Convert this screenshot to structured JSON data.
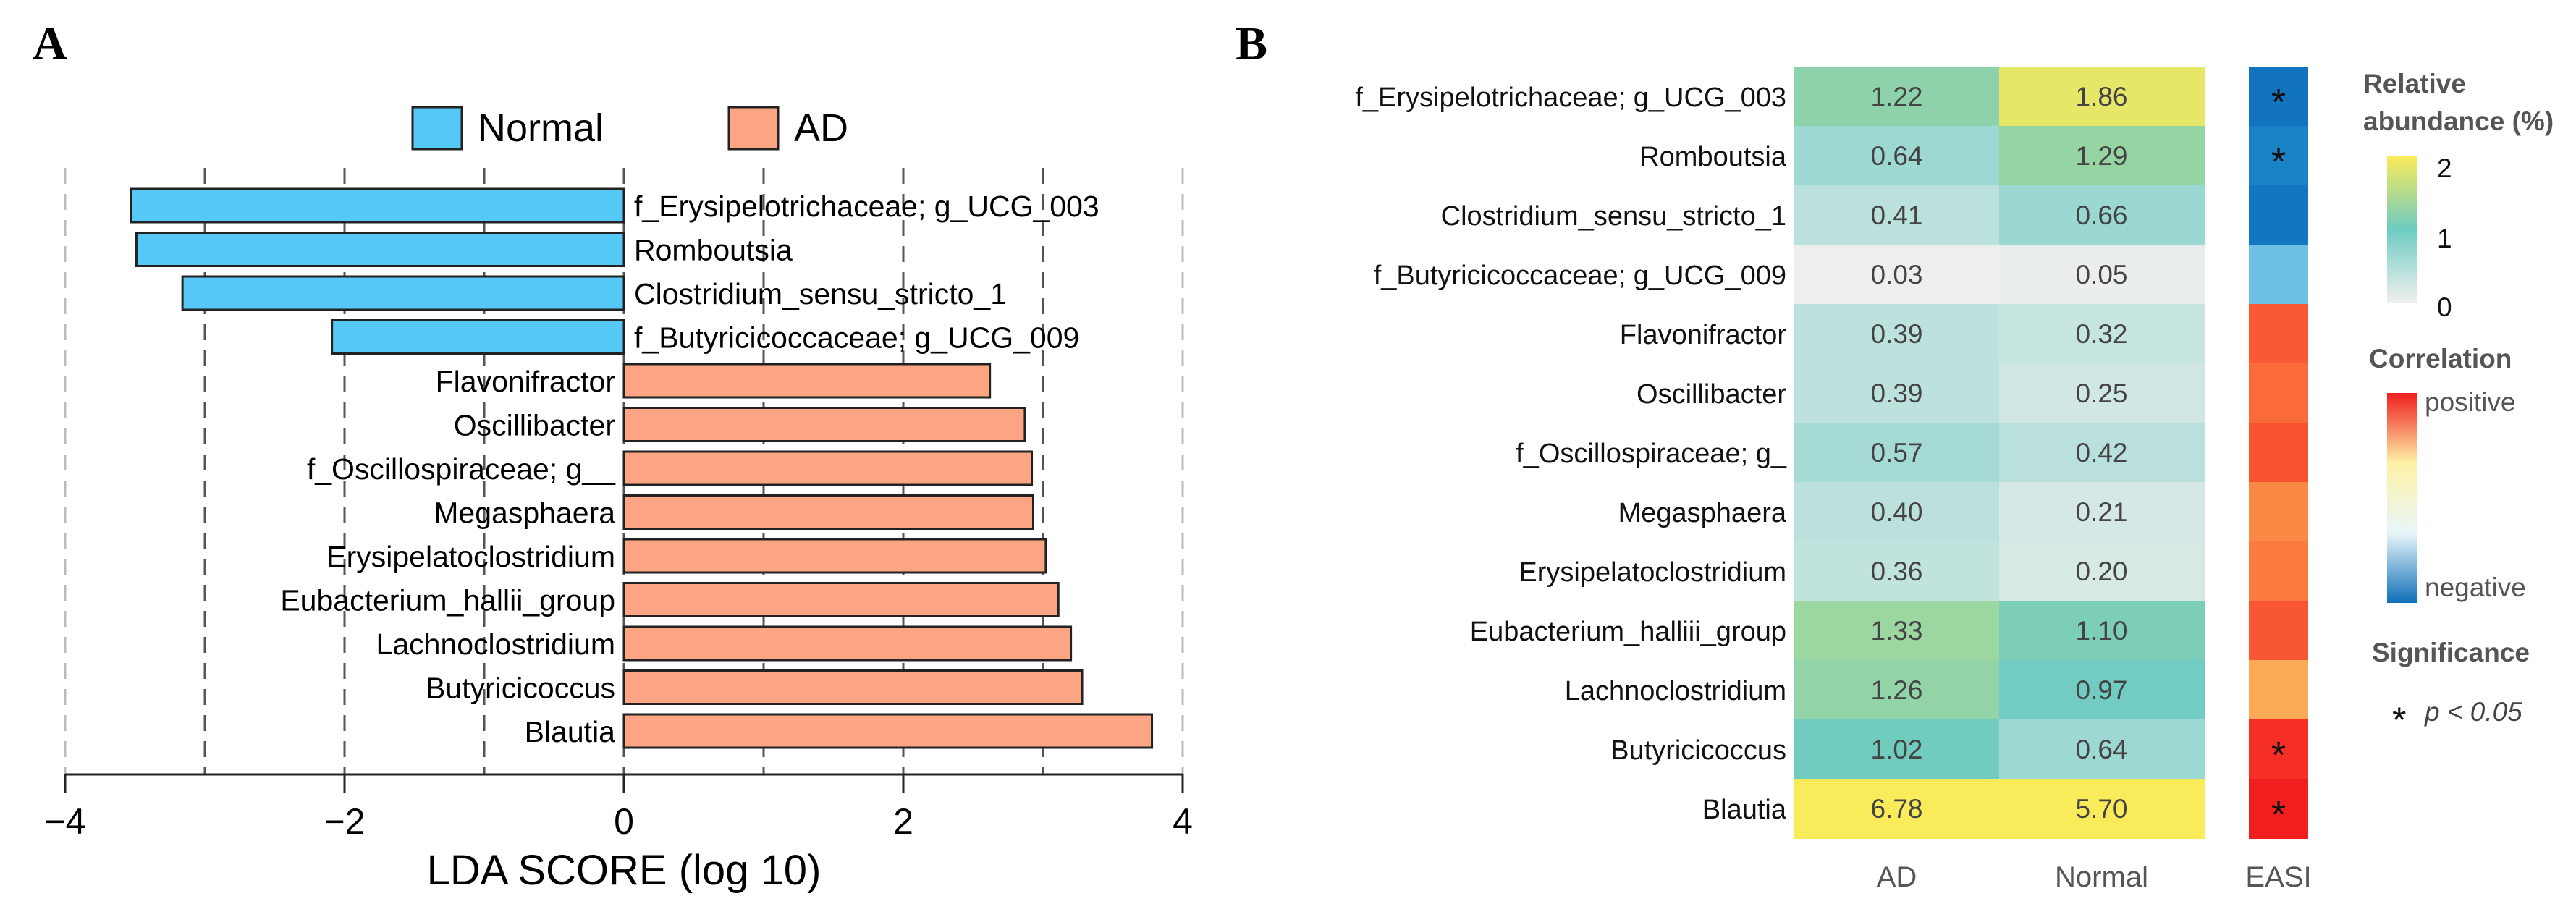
{
  "panel_a_label": "A",
  "panel_b_label": "B",
  "chart_data": [
    {
      "type": "bar",
      "orientation": "horizontal",
      "xlabel": "LDA SCORE (log 10)",
      "xlim": [
        -4,
        4
      ],
      "xticks": [
        -4,
        -2,
        0,
        2,
        4
      ],
      "xtick_labels": [
        "−4",
        "−2",
        "0",
        "2",
        "4"
      ],
      "gridlines_x": [
        -3,
        -2,
        -1,
        0,
        1,
        2,
        3
      ],
      "grid": "dashed vertical",
      "legend_position": "top",
      "series": [
        {
          "name": "Normal",
          "color": "#56C8F5"
        },
        {
          "name": "AD",
          "color": "#FDA582"
        }
      ],
      "bars": [
        {
          "label": "f_Erysipelotrichaceae; g_UCG_003",
          "value": -3.53,
          "group": "Normal"
        },
        {
          "label": "Romboutsia",
          "value": -3.49,
          "group": "Normal"
        },
        {
          "label": "Clostridium_sensu_stricto_1",
          "value": -3.16,
          "group": "Normal"
        },
        {
          "label": "f_Butyricicoccaceae; g_UCG_009",
          "value": -2.09,
          "group": "Normal"
        },
        {
          "label": "Flavonifractor",
          "value": 2.62,
          "group": "AD"
        },
        {
          "label": "Oscillibacter",
          "value": 2.87,
          "group": "AD"
        },
        {
          "label": "f_Oscillospiraceae; g__",
          "value": 2.92,
          "group": "AD"
        },
        {
          "label": "Megasphaera",
          "value": 2.93,
          "group": "AD"
        },
        {
          "label": "Erysipelatoclostridium",
          "value": 3.02,
          "group": "AD"
        },
        {
          "label": "Eubacterium_hallii_group",
          "value": 3.11,
          "group": "AD"
        },
        {
          "label": "Lachnoclostridium",
          "value": 3.2,
          "group": "AD"
        },
        {
          "label": "Butyricicoccus",
          "value": 3.28,
          "group": "AD"
        },
        {
          "label": "Blautia",
          "value": 3.78,
          "group": "AD"
        }
      ]
    },
    {
      "type": "heatmap",
      "columns": [
        "AD",
        "Normal"
      ],
      "extra_column": "EASI",
      "rows": [
        {
          "label": "f_Erysipelotrichaceae; g_UCG_003",
          "AD": "1.22",
          "Normal": "1.86",
          "easi_color": "#1273BE",
          "sig": "*"
        },
        {
          "label": "Romboutsia",
          "AD": "0.64",
          "Normal": "1.29",
          "easi_color": "#1A83C6",
          "sig": "*"
        },
        {
          "label": "Clostridium_sensu_stricto_1",
          "AD": "0.41",
          "Normal": "0.66",
          "easi_color": "#1177C1",
          "sig": ""
        },
        {
          "label": "f_Butyricicoccaceae; g_UCG_009",
          "AD": "0.03",
          "Normal": "0.05",
          "easi_color": "#6BC0E4",
          "sig": ""
        },
        {
          "label": "Flavonifractor",
          "AD": "0.39",
          "Normal": "0.32",
          "easi_color": "#FA5934",
          "sig": ""
        },
        {
          "label": "Oscillibacter",
          "AD": "0.39",
          "Normal": "0.25",
          "easi_color": "#FB6A39",
          "sig": ""
        },
        {
          "label": "f_Oscillospiraceae; g_",
          "AD": "0.57",
          "Normal": "0.42",
          "easi_color": "#F8522F",
          "sig": ""
        },
        {
          "label": "Megasphaera",
          "AD": "0.40",
          "Normal": "0.21",
          "easi_color": "#FB8946",
          "sig": ""
        },
        {
          "label": "Erysipelatoclostridium",
          "AD": "0.36",
          "Normal": "0.20",
          "easi_color": "#FB7A40",
          "sig": ""
        },
        {
          "label": "Eubacterium_halliii_group",
          "AD": "1.33",
          "Normal": "1.10",
          "easi_color": "#F95733",
          "sig": ""
        },
        {
          "label": "Lachnoclostridium",
          "AD": "1.26",
          "Normal": "0.97",
          "easi_color": "#FCAA55",
          "sig": ""
        },
        {
          "label": "Butyricicoccus",
          "AD": "1.02",
          "Normal": "0.64",
          "easi_color": "#F52F25",
          "sig": "*"
        },
        {
          "label": "Blautia",
          "AD": "6.78",
          "Normal": "5.70",
          "easi_color": "#F01E1E",
          "sig": "*"
        }
      ],
      "legend": {
        "abundance_title": [
          "Relative",
          "abundance (%)"
        ],
        "abundance_ticks": [
          "2",
          "1",
          "0"
        ],
        "abundance_colors": [
          "#F0F0EE",
          "#6ECBC2",
          "#FAEB5A"
        ],
        "correlation_title": "Correlation",
        "correlation_high": "positive",
        "correlation_low": "negative",
        "correlation_colors": [
          "#0F6FB8",
          "#E8F6FA",
          "#FDF2A6",
          "#F01E1E"
        ],
        "significance_title": "Significance",
        "significance_symbol": "*",
        "significance_note": "p < 0.05"
      }
    }
  ]
}
